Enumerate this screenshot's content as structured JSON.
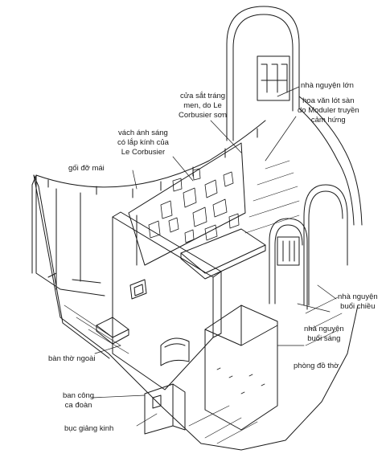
{
  "labels": {
    "cua_sat": "cửa sắt tráng\nmen, do Le\nCorbusier sơn",
    "vach_anh_sang": "vách ánh sáng\ncó lắp kính của\nLe Corbusier",
    "goi_do_mai": "gối đỡ mái",
    "nha_nguyen_lon": "nhà nguyện lớn",
    "hoa_van": "hoa văn lót sàn\ndo Moduler truyền\ncảm hứng",
    "nha_nguyen_chieu": "nhà nguyện\nbuổi chiều",
    "nha_nguyen_sang": "nhà nguyện\nbuổi sáng",
    "phong_do_tho": "phòng đồ thờ",
    "ban_tho_ngoai": "bàn thờ ngoài",
    "ban_cong": "ban công\nca đoàn",
    "buc_giang_kinh": "bục giảng kinh"
  },
  "colors": {
    "ink": "#1a1a1a",
    "paper": "#ffffff"
  }
}
